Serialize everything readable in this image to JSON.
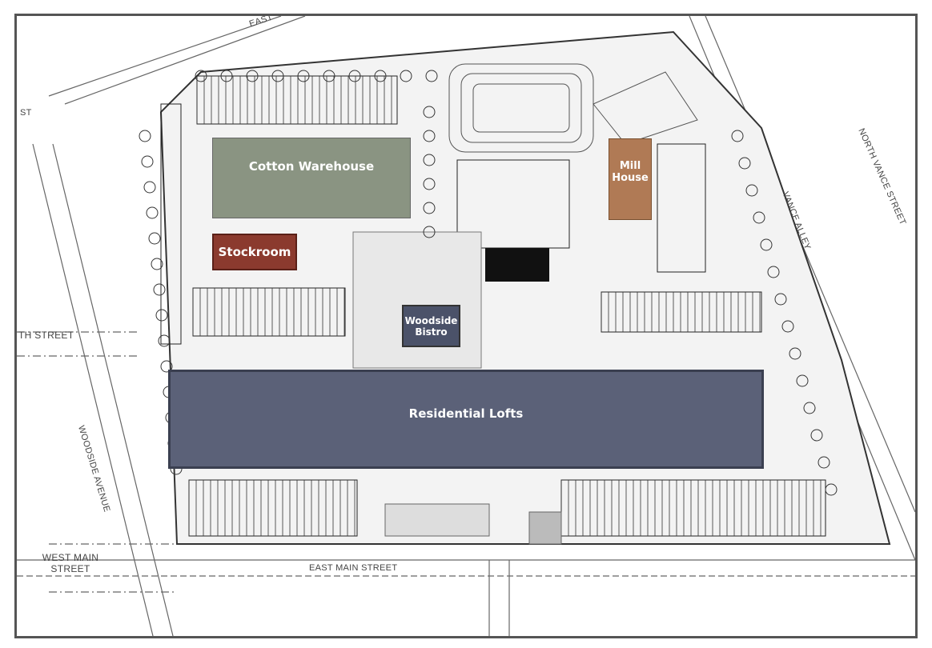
{
  "buildings": [
    {
      "id": "cotton-warehouse",
      "label": "Cotton Warehouse",
      "color": "#8a9482"
    },
    {
      "id": "stockroom",
      "label": "Stockroom",
      "color": "#8b3a2e"
    },
    {
      "id": "mill-house",
      "label": "Mill House",
      "color": "#b07a55"
    },
    {
      "id": "woodside-bistro",
      "label": "Woodside Bistro",
      "color": "#4b5269"
    },
    {
      "id": "residential-lofts",
      "label": "Residential Lofts",
      "color": "#5b6178"
    }
  ],
  "streets": {
    "top_left": "ST",
    "th_street": "TH STREET",
    "woodside_avenue": "WOODSIDE AVENUE",
    "west_main_street": "WEST MAIN STREET",
    "east_main_street": "EAST MAIN STREET",
    "vance_alley": "VANCE ALLEY",
    "north_vance_street": "NORTH VANCE STREET",
    "top": "EAST"
  }
}
